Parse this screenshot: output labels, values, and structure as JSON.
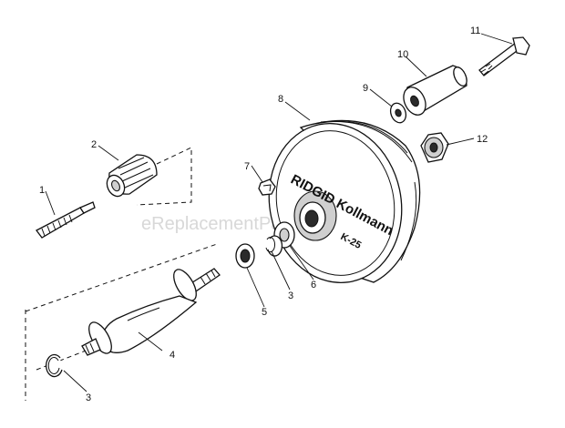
{
  "watermark": "eReplacementParts.com",
  "drum_branding": {
    "main": "RIDGID Kollmann",
    "model": "K-25"
  },
  "parts": [
    {
      "id": "part-1",
      "callout": "1"
    },
    {
      "id": "part-2",
      "callout": "2"
    },
    {
      "id": "part-3a",
      "callout": "3"
    },
    {
      "id": "part-3b",
      "callout": "3"
    },
    {
      "id": "part-4",
      "callout": "4"
    },
    {
      "id": "part-5",
      "callout": "5"
    },
    {
      "id": "part-6",
      "callout": "6"
    },
    {
      "id": "part-7",
      "callout": "7"
    },
    {
      "id": "part-8",
      "callout": "8"
    },
    {
      "id": "part-9",
      "callout": "9"
    },
    {
      "id": "part-10",
      "callout": "10"
    },
    {
      "id": "part-11",
      "callout": "11"
    },
    {
      "id": "part-12",
      "callout": "12"
    }
  ]
}
